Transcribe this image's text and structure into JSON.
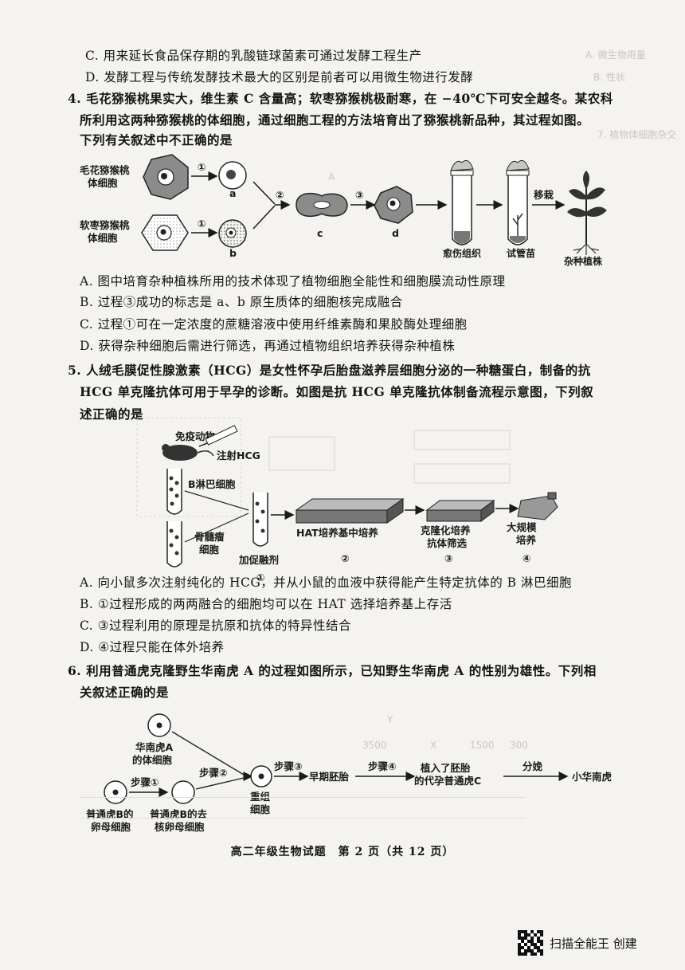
{
  "q3_options": {
    "C": "C. 用来延长食品保存期的乳酸链球菌素可通过发酵工程生产",
    "D": "D. 发酵工程与传统发酵技术最大的区别是前者可以用微生物进行发酵"
  },
  "q4": {
    "stem_line1": "4. 毛花猕猴桃果实大，维生素 C 含量高；软枣猕猴桃极耐寒，在 −40℃下可安全越冬。某农科",
    "stem_line2": "所利用这两种猕猴桃的体细胞，通过细胞工程的方法培育出了猕猴桃新品种，其过程如图。",
    "stem_line3": "下列有关叙述中不正确的是",
    "diagram": {
      "label_maohua_1": "毛花猕猴桃",
      "label_maohua_2": "体细胞",
      "label_ruanzao_1": "软枣猕猴桃",
      "label_ruanzao_2": "体细胞",
      "step1_top": "①",
      "step1_bottom": "①",
      "step2": "②",
      "step3": "③",
      "cell_a": "a",
      "cell_b": "b",
      "cell_c": "c",
      "cell_d": "d",
      "callus": "愈伤组织",
      "plantlet": "试管苗",
      "transplant": "移栽",
      "hybrid": "杂种植株"
    },
    "options": {
      "A": "A. 图中培育杂种植株所用的技术体现了植物细胞全能性和细胞膜流动性原理",
      "B": "B. 过程③成功的标志是 a、b 原生质体的细胞核完成融合",
      "C": "C. 过程①可在一定浓度的蔗糖溶液中使用纤维素酶和果胶酶处理细胞",
      "D": "D. 获得杂种细胞后需进行筛选，再通过植物组织培养获得杂种植株"
    }
  },
  "q5": {
    "stem_line1": "5. 人绒毛膜促性腺激素（HCG）是女性怀孕后胎盘滋养层细胞分泌的一种糖蛋白，制备的抗",
    "stem_line2": "HCG 单克隆抗体可用于早孕的诊断。如图是抗 HCG 单克隆抗体制备流程示意图，下列叙",
    "stem_line3": "述正确的是",
    "diagram": {
      "immune_animal": "免疫动物",
      "inject": "注射HCG",
      "b_cell": "B淋巴细胞",
      "myeloma_1": "骨髓瘤",
      "myeloma_2": "细胞",
      "fusion_agent": "加促融剂",
      "hat": "HAT培养基中培养",
      "clone_1": "克隆化培养",
      "clone_2": "抗体筛选",
      "scale_1": "大规模",
      "scale_2": "培养",
      "n1": "①",
      "n2": "②",
      "n3": "③",
      "n4": "④"
    },
    "options": {
      "A": "A. 向小鼠多次注射纯化的 HCG，并从小鼠的血液中获得能产生特定抗体的 B 淋巴细胞",
      "B": "B. ①过程形成的两两融合的细胞均可以在 HAT 选择培养基上存活",
      "C": "C. ③过程利用的原理是抗原和抗体的特异性结合",
      "D": "D. ④过程只能在体外培养"
    }
  },
  "q6": {
    "stem_line1": "6. 利用普通虎克隆野生华南虎 A 的过程如图所示，已知野生华南虎 A 的性别为雄性。下列相",
    "stem_line2": "关叙述正确的是",
    "diagram": {
      "tigerA_1": "华南虎A",
      "tigerA_2": "的体细胞",
      "tigerB_1": "普通虎B的",
      "tigerB_2": "卵母细胞",
      "enuc_1": "普通虎B的去",
      "enuc_2": "核卵母细胞",
      "step1": "步骤①",
      "step2": "步骤②",
      "step3": "步骤③",
      "step4": "步骤④",
      "recon_1": "重组",
      "recon_2": "细胞",
      "early_embryo": "早期胚胎",
      "surrogate_1": "植入了胚胎",
      "surrogate_2": "的代孕普通虎C",
      "birth": "分娩",
      "cub": "小华南虎"
    }
  },
  "footer": "高二年级生物试题　第 2 页（共 12 页）",
  "scanner_label": "扫描全能王 创建",
  "bleed_through": [
    "A. 微生物用量",
    "B. 性状",
    "7. 植物体细胞杂交",
    "A",
    "3500",
    "X",
    "1500",
    "300",
    "Y"
  ]
}
